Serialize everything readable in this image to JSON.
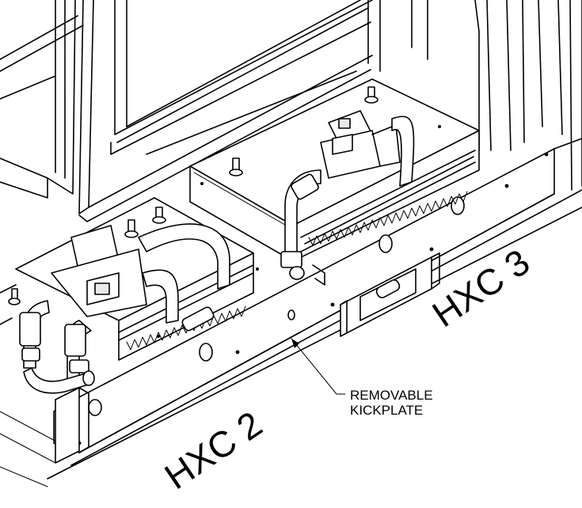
{
  "labels": {
    "hxc_left": "HXC 2",
    "hxc_right": "HXC 3",
    "callout_line1": "REMOVABLE",
    "callout_line2": "KICKPLATE"
  },
  "colors": {
    "line": "#000000",
    "background": "#ffffff"
  }
}
